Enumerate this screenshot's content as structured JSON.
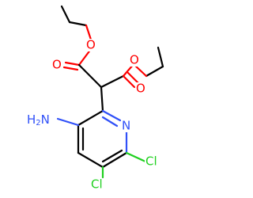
{
  "molecule": {
    "atoms": [
      {
        "id": "o1",
        "symbol": "O",
        "label": "O",
        "color": "#ff0000"
      },
      {
        "id": "o2",
        "symbol": "O",
        "label": "O",
        "color": "#ff0000"
      },
      {
        "id": "o3",
        "symbol": "O",
        "label": "O",
        "color": "#ff0000"
      },
      {
        "id": "o4",
        "symbol": "O",
        "label": "O",
        "color": "#ff0000"
      },
      {
        "id": "n_amine",
        "symbol": "N",
        "label": "H2N",
        "color": "#3050f8"
      },
      {
        "id": "n_ring",
        "symbol": "N",
        "label": "N",
        "color": "#3050f8"
      },
      {
        "id": "cl1",
        "symbol": "Cl",
        "label": "Cl",
        "color": "#1fd01f"
      },
      {
        "id": "cl2",
        "symbol": "Cl",
        "label": "Cl",
        "color": "#1fd01f"
      }
    ],
    "colors": {
      "bond": "#000000",
      "oxygen": "#ff0000",
      "nitrogen": "#3050f8",
      "chlorine": "#1fd01f"
    }
  }
}
